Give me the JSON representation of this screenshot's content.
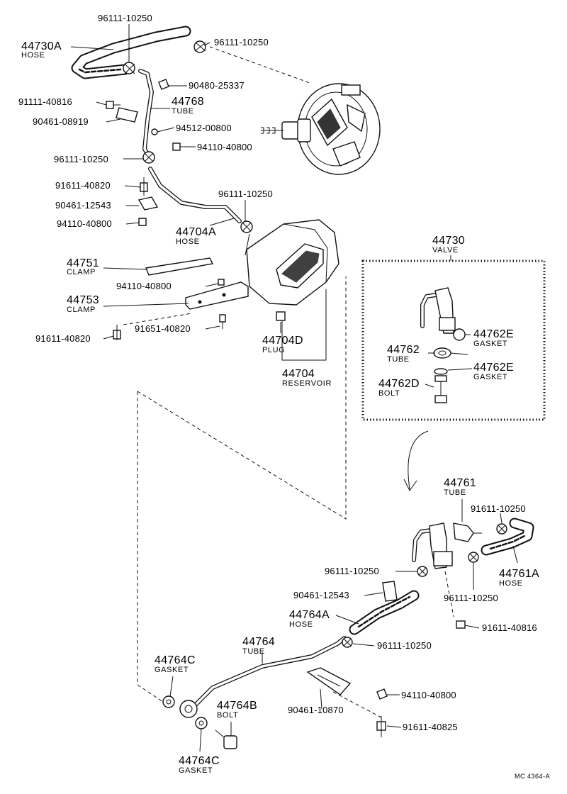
{
  "labels": {
    "l_44730a": "44730A",
    "l_hose_a": "HOSE",
    "l_96111_top_left": "96111-10250",
    "l_96111_top_right": "96111-10250",
    "l_90480": "90480-25337",
    "l_91111": "91111-40816",
    "l_44768": "44768",
    "l_tube_a": "TUBE",
    "l_90461_08919": "90461-08919",
    "l_94512": "94512-00800",
    "l_94110_a": "94110-40800",
    "l_96111_mid": "96111-10250",
    "l_91611_40820_a": "91611-40820",
    "l_90461_12543_a": "90461-12543",
    "l_94110_b": "94110-40800",
    "l_96111_hose": "96111-10250",
    "l_44704a": "44704A",
    "l_hose_b": "HOSE",
    "l_44751": "44751",
    "l_clamp_a": "CLAMP",
    "l_94110_c": "94110-40800",
    "l_44753": "44753",
    "l_clamp_b": "CLAMP",
    "l_91651": "91651-40820",
    "l_91611_40820_b": "91611-40820",
    "l_44704d": "44704D",
    "l_plug": "PLUG",
    "l_44704": "44704",
    "l_reservoir": "RESERVOIR",
    "l_44730": "44730",
    "l_valve": "VALVE",
    "l_44762e_a": "44762E",
    "l_gasket_a": "GASKET",
    "l_44762": "44762",
    "l_tube_b": "TUBE",
    "l_44762e_b": "44762E",
    "l_gasket_b": "GASKET",
    "l_44762d": "44762D",
    "l_bolt_a": "BOLT",
    "l_44761": "44761",
    "l_tube_c": "TUBE",
    "l_91611_10250": "91611-10250",
    "l_44761a": "44761A",
    "l_hose_c": "HOSE",
    "l_96111_valve_a": "96111-10250",
    "l_96111_valve_b": "96111-10250",
    "l_91611_40816": "91611-40816",
    "l_90461_12543_b": "90461-12543",
    "l_44764a": "44764A",
    "l_hose_d": "HOSE",
    "l_96111_tube": "96111-10250",
    "l_44764": "44764",
    "l_tube_d": "TUBE",
    "l_44764c_a": "44764C",
    "l_gasket_c": "GASKET",
    "l_44764b": "44764B",
    "l_bolt_b": "BOLT",
    "l_94110_d": "94110-40800",
    "l_90461_10870": "90461-10870",
    "l_91611_40825": "91611-40825",
    "l_44764c_b": "44764C",
    "l_gasket_d": "GASKET",
    "l_code": "MC  4364-A"
  }
}
